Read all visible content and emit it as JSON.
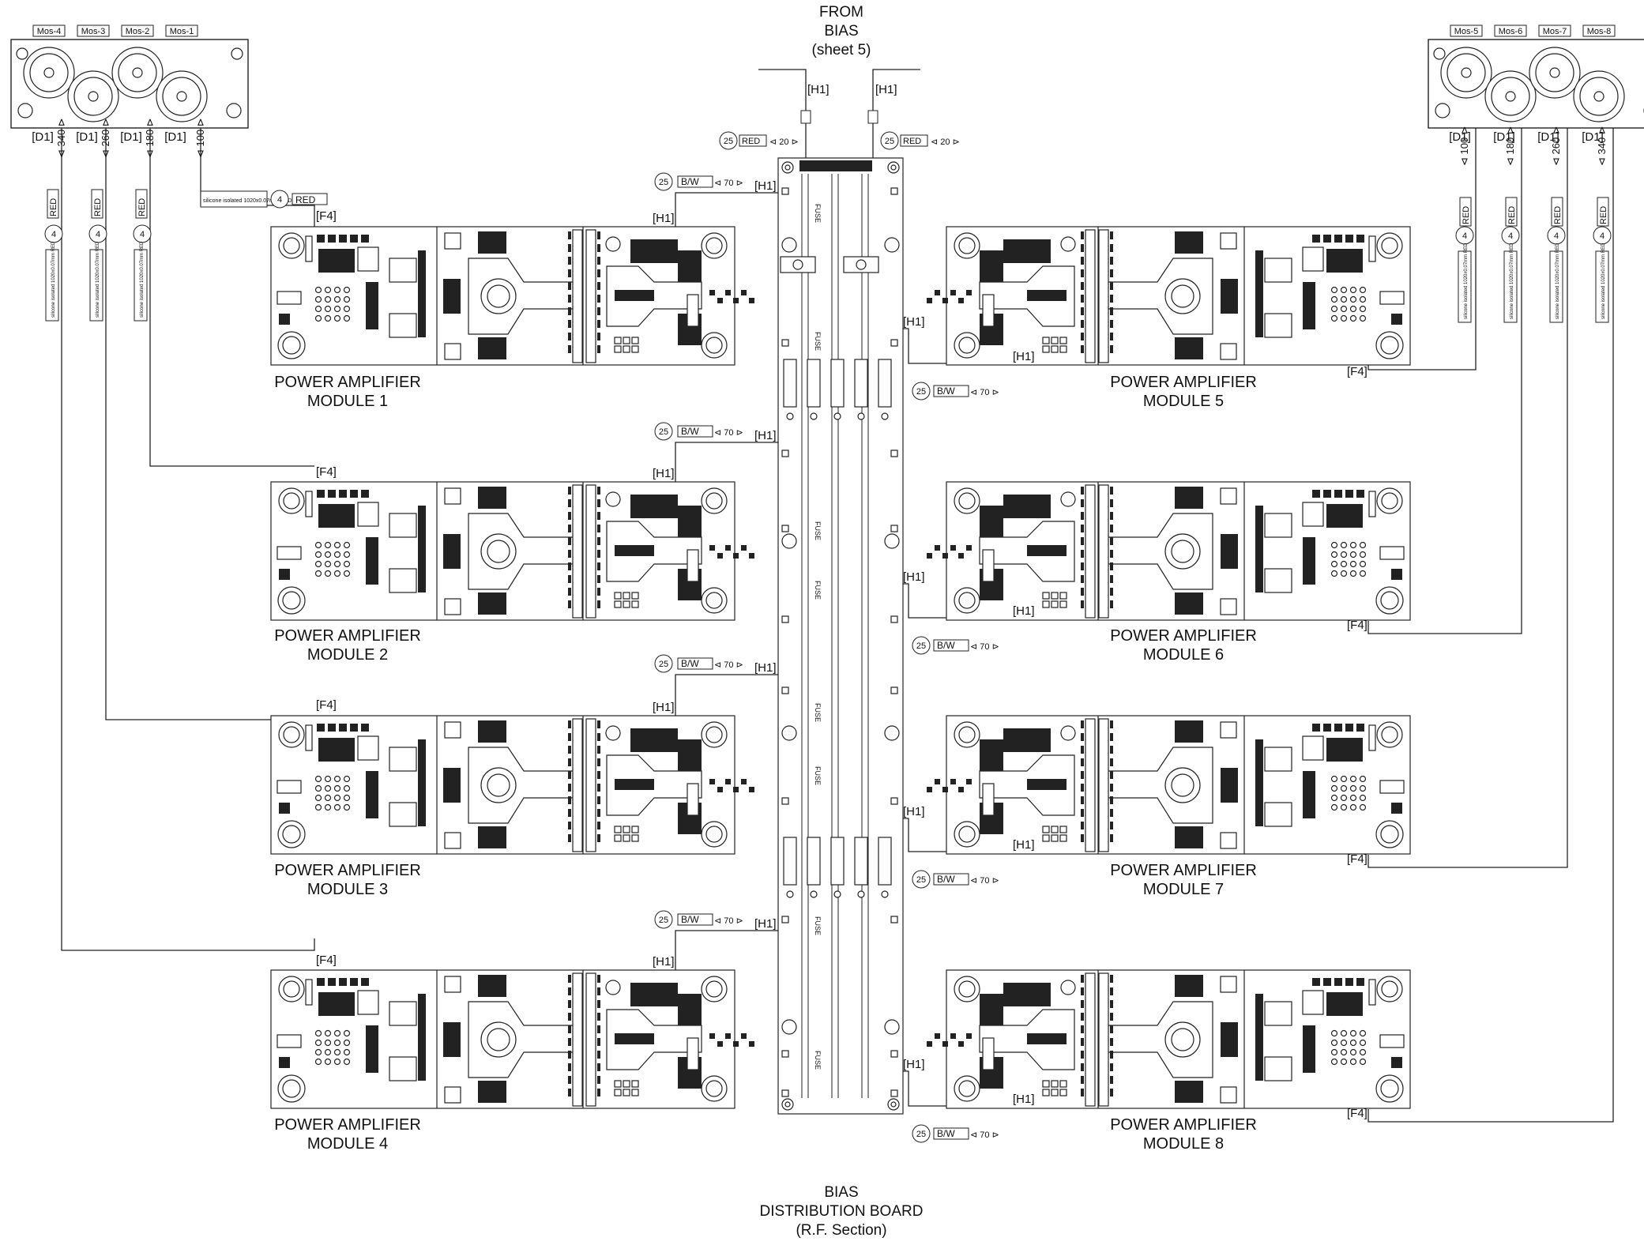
{
  "title_top": {
    "line1": "FROM",
    "line2": "BIAS",
    "line3": "(sheet  5)"
  },
  "title_bottom": {
    "line1": "BIAS",
    "line2": "DISTRIBUTION BOARD",
    "line3": "(R.F. Section)"
  },
  "module_caption": "POWER AMPLIFIER",
  "modules": [
    "MODULE 1",
    "MODULE 2",
    "MODULE 3",
    "MODULE 4",
    "MODULE 5",
    "MODULE 6",
    "MODULE 7",
    "MODULE 8"
  ],
  "mos_left": [
    "Mos-4",
    "Mos-3",
    "Mos-2",
    "Mos-1"
  ],
  "mos_right": [
    "Mos-5",
    "Mos-6",
    "Mos-7",
    "Mos-8"
  ],
  "connector_tags": {
    "d1": "[D1]",
    "f4": "[F4]",
    "h1": "[H1]"
  },
  "wire": {
    "red": "RED",
    "bw": "B/W",
    "gauge_red": "4",
    "gauge_bias": "25",
    "len_bias": "70",
    "len_feed": "20",
    "lengths": [
      "340",
      "260",
      "180",
      "100"
    ],
    "silicone_note": "silicone isolated 1020x0.07mm RED",
    "silicone_note_short": "silicone isolated 1020x0.07mm RED"
  },
  "board_labels": {
    "fuse": "FUSE"
  },
  "colors": {
    "ink": "#1a1a1a",
    "fill": "#ffffff",
    "dark": "#2b2b2b"
  }
}
